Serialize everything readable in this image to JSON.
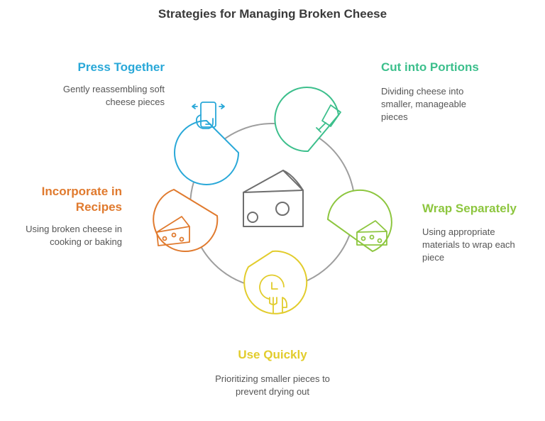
{
  "title": "Strategies for Managing Broken Cheese",
  "colors": {
    "ring": "#9e9e9e",
    "center_icon": "#6e6e6e",
    "press": "#29a8d8",
    "cut": "#3cbf8c",
    "wrap": "#8dc63f",
    "use": "#e2cc2c",
    "incorporate": "#e07a2e"
  },
  "center": {
    "icon": "cheese-wedge-icon"
  },
  "strategies": [
    {
      "id": "press",
      "title": "Press Together",
      "description": "Gently reassembling soft cheese pieces",
      "icon": "phone-press-icon",
      "color": "#29a8d8"
    },
    {
      "id": "cut",
      "title": "Cut into Portions",
      "description": "Dividing cheese into smaller, manageable pieces",
      "icon": "cleaver-icon",
      "color": "#3cbf8c"
    },
    {
      "id": "wrap",
      "title": "Wrap Separately",
      "description": "Using appropriate materials to wrap each piece",
      "icon": "cheese-icon",
      "color": "#8dc63f"
    },
    {
      "id": "use",
      "title": "Use Quickly",
      "description": "Prioritizing smaller pieces to prevent drying out",
      "icon": "clock-cutlery-icon",
      "color": "#e2cc2c"
    },
    {
      "id": "incorporate",
      "title": "Incorporate in Recipes",
      "description": "Using broken cheese in cooking or baking",
      "icon": "cheese-slice-icon",
      "color": "#e07a2e"
    }
  ]
}
